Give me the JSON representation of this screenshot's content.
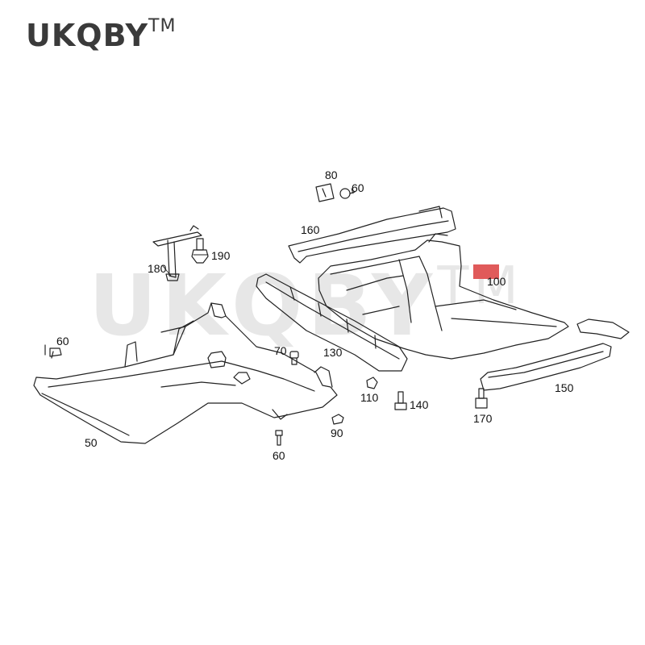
{
  "brand": {
    "name": "UKQBY",
    "mark": "TM"
  },
  "watermark": {
    "text": "UKQBY",
    "mark": "TM"
  },
  "callouts": {
    "c50": "50",
    "c60_left": "60",
    "c60_bottom": "60",
    "c60_top": "60",
    "c70": "70",
    "c80": "80",
    "c90": "90",
    "c100": "100",
    "c110": "110",
    "c130": "130",
    "c140": "140",
    "c150": "150",
    "c160": "160",
    "c170": "170",
    "c180": "180",
    "c190": "190"
  },
  "colors": {
    "line": "#222222",
    "highlight": "#e05a5a",
    "brand": "#3a3a3a"
  }
}
